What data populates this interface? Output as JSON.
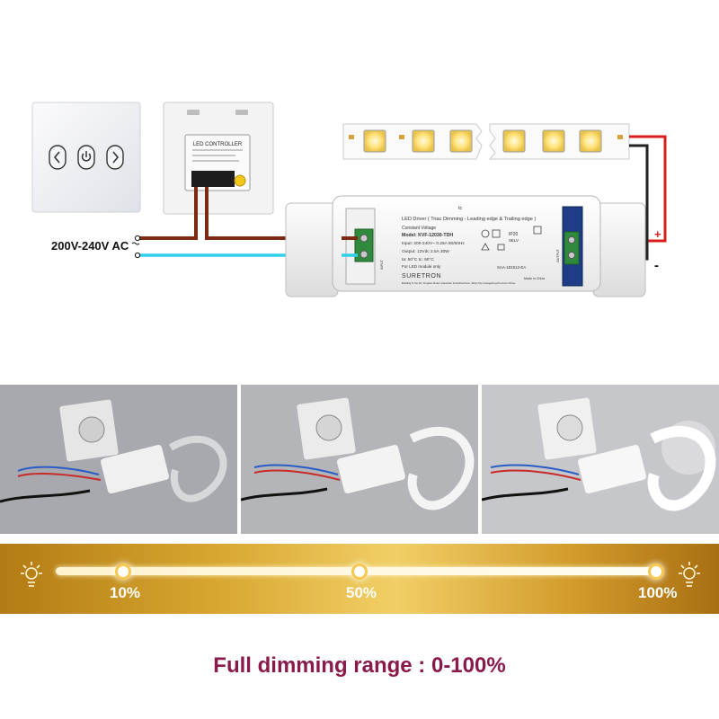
{
  "colors": {
    "live_wire": "#7a2b12",
    "neutral_wire": "#2fd0e8",
    "positive_wire": "#d81e1e",
    "negative_wire": "#222222",
    "band_gold": "#d8a630",
    "title": "#8a1a4b"
  },
  "wiring": {
    "mains_label": "200V-240V AC",
    "plus_sign": "+",
    "minus_sign": "-",
    "switch_icons": [
      "chevron-left-icon",
      "power-icon",
      "chevron-right-icon"
    ],
    "controller_label": "LED CONTROLLER",
    "driver": {
      "heading": "LED Driver ( Triac Dimming - Leading edge & Trailing edge )",
      "subheading": "Constant Voltage",
      "model": "Model: KVF-12030-TDH",
      "input": "Input: 200-240V~ 0.25A  50/60Hz",
      "output": "Output: 12Vdc 2.5A  30W",
      "temps": "ta: 50°C   tc: 90°C",
      "note": "For LED module only",
      "brand": "SURETRON",
      "address": "Building 5, No.18, Xingdao Road, Qiaoshan Industrial Zone, Shiqi City Guangdong Province China",
      "cert": "SAA-181512-EA",
      "origin": "Made in China",
      "ip": "IP20",
      "selv": "SELV",
      "input_term": "INPUT",
      "output_term": "OUTPUT",
      "tc_mark": "tc"
    }
  },
  "dimming": {
    "levels": [
      {
        "label": "10%",
        "value": 10
      },
      {
        "label": "50%",
        "value": 50
      },
      {
        "label": "100%",
        "value": 100
      }
    ],
    "icons": [
      "sun-dim-icon",
      "sun-bright-icon"
    ]
  },
  "title": "Full dimming range : 0-100%"
}
